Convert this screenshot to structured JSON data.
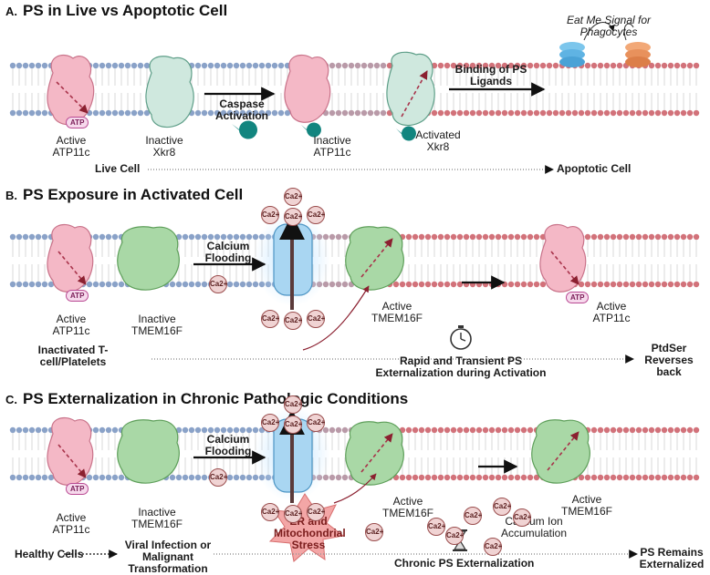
{
  "panel_a": {
    "letter": "A.",
    "title": "PS in Live vs Apoptotic Cell",
    "eat_me": "Eat Me Signal for Phagocytes",
    "caspase": "Caspase Activation",
    "binding": "Binding of PS Ligands",
    "active_atp11c": "Active ATP11c",
    "inactive_xkr8": "Inactive Xkr8",
    "inactive_atp11c": "Inactive ATP11c",
    "activated_xkr8": "Activated Xkr8",
    "live_cell": "Live Cell",
    "apoptotic_cell": "Apoptotic Cell",
    "atp": "ATP"
  },
  "panel_b": {
    "letter": "B.",
    "title": "PS Exposure in Activated Cell",
    "calcium_flooding": "Calcium Flooding",
    "active_atp11c": "Active ATP11c",
    "inactive_tmem16f": "Inactive TMEM16F",
    "active_tmem16f": "Active TMEM16F",
    "active_atp11c_2": "Active ATP11c",
    "inactivated": "Inactivated T-cell/Platelets",
    "rapid": "Rapid and Transient PS Externalization during Activation",
    "ptdser": "PtdSer Reverses back",
    "ca": "Ca2+",
    "atp": "ATP"
  },
  "panel_c": {
    "letter": "C.",
    "title": "PS Externalization in Chronic Pathologic Conditions",
    "calcium_flooding": "Calcium Flooding",
    "active_atp11c": "Active ATP11c",
    "inactive_tmem16f": "Inactive TMEM16F",
    "active_tmem16f": "Active TMEM16F",
    "active_tmem16f_2": "Active TMEM16F",
    "er_stress": "ER and Mitochondrial Stress",
    "calcium_acc": "Calcium Ion Accumulation",
    "healthy": "Healthy Cells",
    "viral": "Viral Infection or Malignant Transformation",
    "chronic": "Chronic PS Externalization",
    "remains": "PS Remains Externalized",
    "ca": "Ca2+",
    "atp": "ATP"
  }
}
